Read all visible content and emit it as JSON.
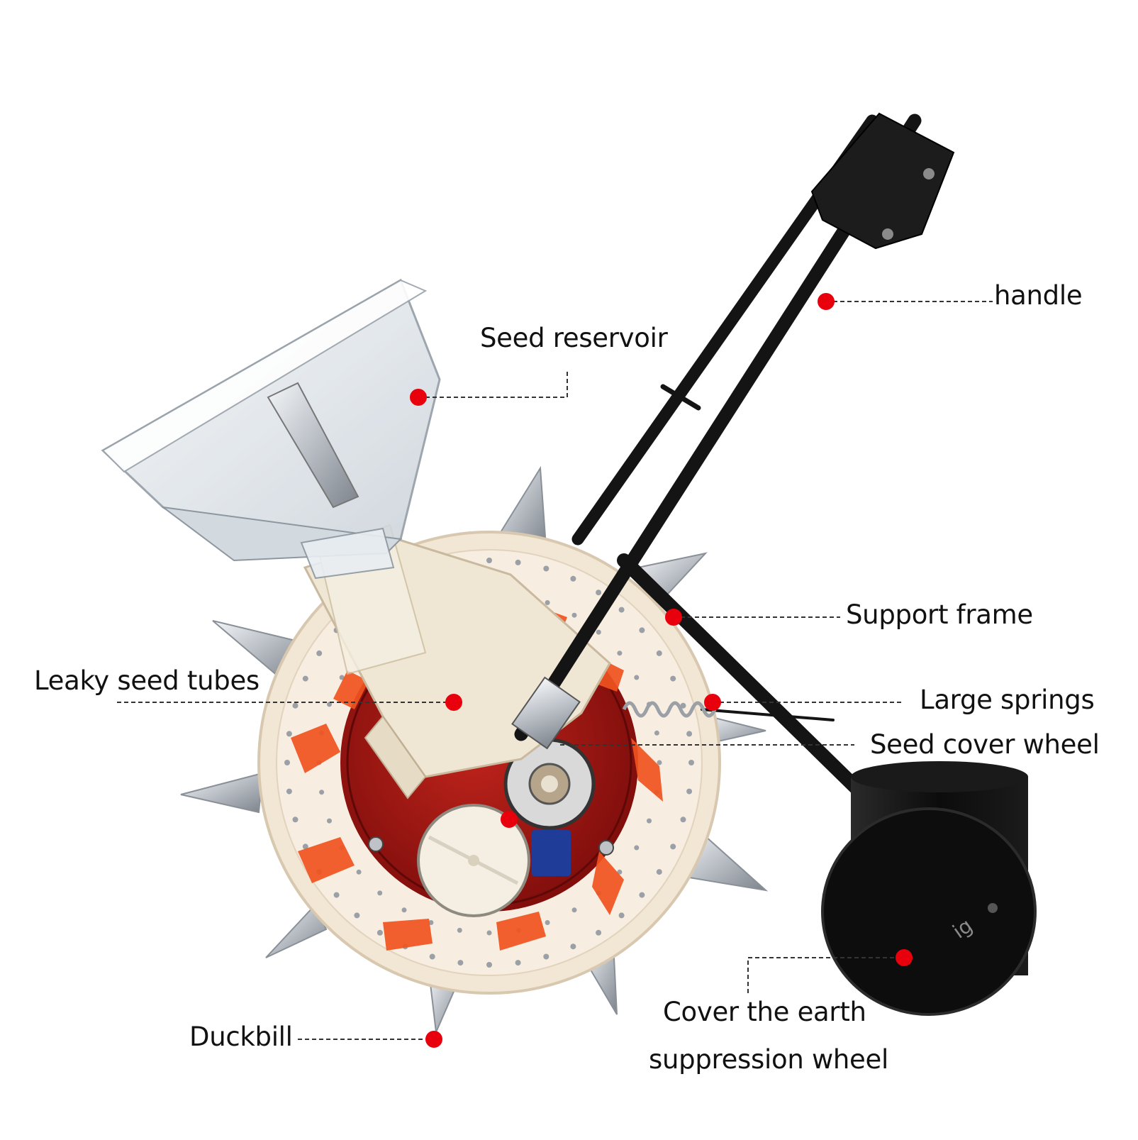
{
  "labels": {
    "handle": "handle",
    "seed_reservoir": "Seed reservoir",
    "support_frame": "Support frame",
    "leaky_seed_tubes": "Leaky seed tubes",
    "large_springs": "Large springs",
    "seed_cover_wheel": "Seed cover wheel",
    "cover_earth_line1": "Cover the earth",
    "cover_earth_line2": "suppression wheel",
    "duckbill": "Duckbill"
  },
  "roller_mark": "ig",
  "colors": {
    "marker": "#e8000d",
    "frame": "#141414",
    "hopper": "#dde4ea",
    "wheel_body": "#f2e6d4",
    "wheel_center": "#a01414",
    "paddles": "#f0521e",
    "spikes": "#c8ccd2",
    "roller": "#121212"
  }
}
